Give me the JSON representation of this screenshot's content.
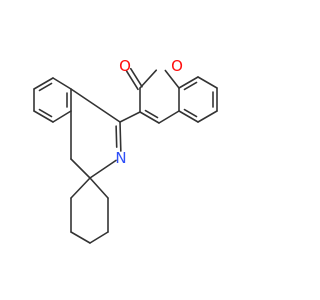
{
  "molecule": {
    "atom_labels": {
      "carbonyl_oxygen": "O",
      "ring_oxygen": "O",
      "imine_nitrogen": "N"
    },
    "colors": {
      "bond": "#333333",
      "oxygen": "#ff0d0d",
      "nitrogen": "#3050f8"
    }
  }
}
